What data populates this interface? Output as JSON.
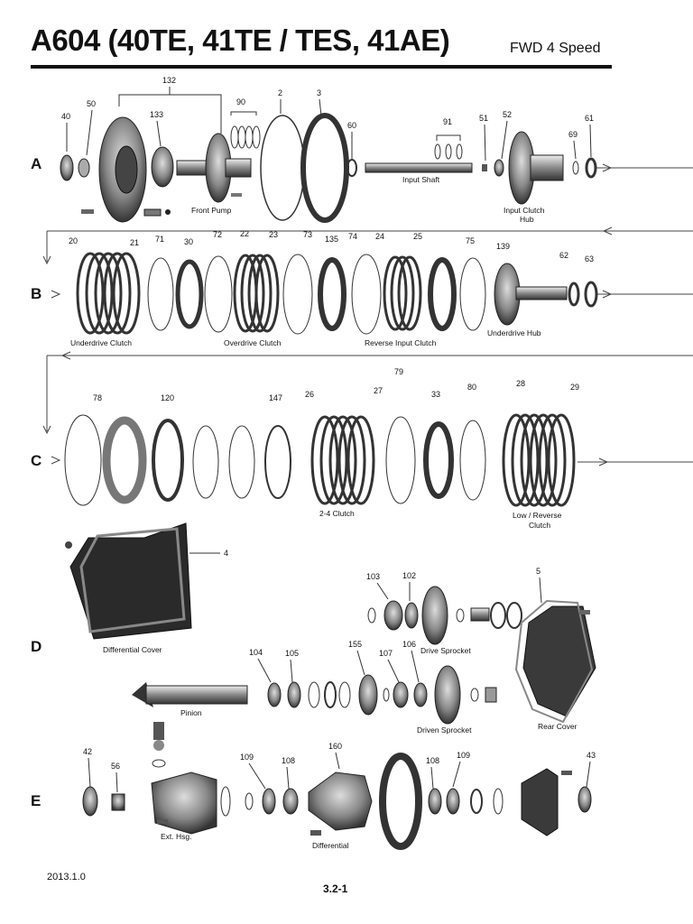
{
  "title": "A604 (40TE, 41TE / TES, 41AE)",
  "subtitle": "FWD 4 Speed",
  "rows": [
    "A",
    "B",
    "C",
    "D",
    "E"
  ],
  "footer": {
    "version": "2013.1.0",
    "page": "3.2-1"
  },
  "numbers": {
    "n132": "132",
    "n90": "90",
    "n2": "2",
    "n3": "3",
    "n40": "40",
    "n50": "50",
    "n133": "133",
    "n60": "60",
    "n91": "91",
    "n51": "51",
    "n52": "52",
    "n61": "61",
    "n69": "69",
    "n20": "20",
    "n21": "21",
    "n71": "71",
    "n30": "30",
    "n72": "72",
    "n22": "22",
    "n23": "23",
    "n73": "73",
    "n135": "135",
    "n74": "74",
    "n24": "24",
    "n25": "25",
    "n75": "75",
    "n139": "139",
    "n62": "62",
    "n63": "63",
    "n78": "78",
    "n120": "120",
    "n147": "147",
    "n26": "26",
    "n27": "27",
    "n79": "79",
    "n33": "33",
    "n80": "80",
    "n28": "28",
    "n29": "29",
    "n4": "4",
    "n103": "103",
    "n102": "102",
    "n5": "5",
    "n104": "104",
    "n105": "105",
    "n155": "155",
    "n107": "107",
    "n106": "106",
    "n42": "42",
    "n56": "56",
    "n109a": "109",
    "n108a": "108",
    "n160": "160",
    "n108b": "108",
    "n109b": "109",
    "n43": "43"
  },
  "captions": {
    "front_pump": "Front Pump",
    "input_shaft": "Input Shaft",
    "input_clutch_hub_1": "Input Clutch",
    "input_clutch_hub_2": "Hub",
    "underdrive_clutch": "Underdrive Clutch",
    "overdrive_clutch": "Overdrive Clutch",
    "reverse_input_clutch": "Reverse Input Clutch",
    "underdrive_hub": "Underdrive Hub",
    "clutch_24": "2-4 Clutch",
    "low_reverse_1": "Low / Reverse",
    "low_reverse_2": "Clutch",
    "differential_cover": "Differential Cover",
    "drive_sprocket": "Drive Sprocket",
    "pinion": "Pinion",
    "driven_sprocket": "Driven Sprocket",
    "rear_cover": "Rear Cover",
    "ext_hsg": "Ext. Hsg.",
    "differential": "Differential"
  }
}
